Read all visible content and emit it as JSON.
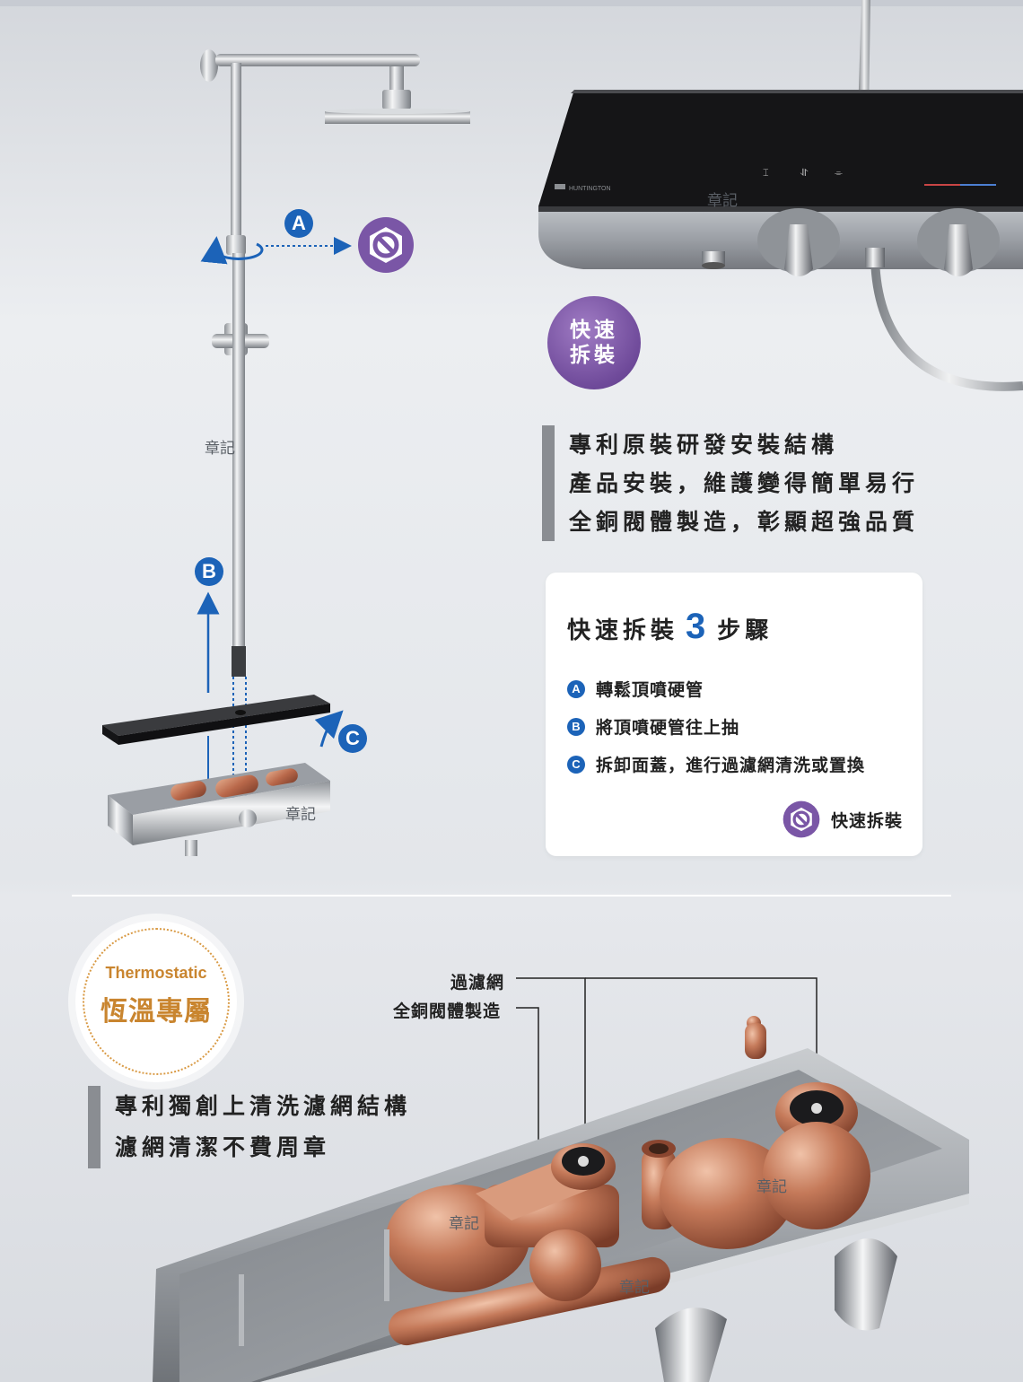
{
  "watermark": "章記",
  "badges": {
    "quick_line1": "快速",
    "quick_line2": "拆裝"
  },
  "feature_top": [
    "專利原裝研發安裝結構",
    "產品安裝，維護變得簡單易行",
    "全銅閥體製造，彰顯超強品質"
  ],
  "card": {
    "title_prefix": "快速拆裝",
    "title_num": "3",
    "title_suffix": "步驟",
    "steps": [
      {
        "marker": "A",
        "text": "轉鬆頂噴硬管"
      },
      {
        "marker": "B",
        "text": "將頂噴硬管往上抽"
      },
      {
        "marker": "C",
        "text": "拆卸面蓋，進行過濾網清洗或置換"
      }
    ],
    "legend": "快速拆裝"
  },
  "diagram_markers": {
    "a": "A",
    "b": "B",
    "c": "C"
  },
  "panel_brand": "HUNTINGTON",
  "thermostatic": {
    "en": "Thermostatic",
    "zh": "恆溫專屬"
  },
  "feature_bottom": [
    "專利獨創上清洗濾網結構",
    "濾網清潔不費周章"
  ],
  "callouts": {
    "filter": "過濾網",
    "copper": "全銅閥體製造"
  },
  "colors": {
    "accent_blue": "#1c63b8",
    "badge_purple": "#7a56a6",
    "thermo_gold": "#c9852f"
  }
}
